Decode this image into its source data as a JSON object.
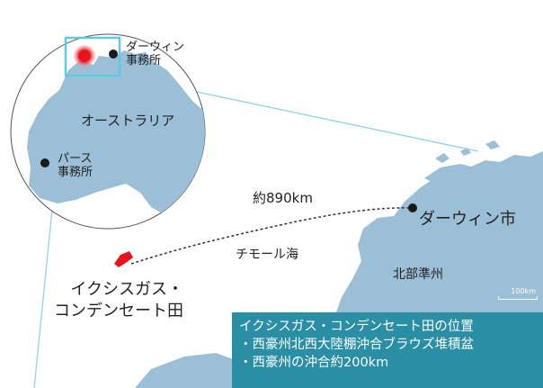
{
  "inset": {
    "australia_label": "オーストラリア",
    "darwin_office_line1": "ダーウィン",
    "darwin_office_line2": "事務所",
    "perth_office_line1": "パース",
    "perth_office_line2": "事務所"
  },
  "map": {
    "distance_label": "約890km",
    "darwin_city": "ダーウィン市",
    "timor_sea": "チモール海",
    "northern_territory": "北部準州",
    "field_line1": "イクシスガス・",
    "field_line2": "コンデンセート田",
    "scale_label": "100km"
  },
  "info_box": {
    "title": "イクシスガス・コンデンセート田の位置",
    "line1": "・西豪州北西大陸棚沖合ブラウズ堆積盆",
    "line2": "・西豪州の沖合約200km"
  },
  "colors": {
    "sea": "#ffffff",
    "land": "#9bbfd6",
    "info_box": "#2a8fa4",
    "field": "#e8141c",
    "route": "#333333"
  }
}
